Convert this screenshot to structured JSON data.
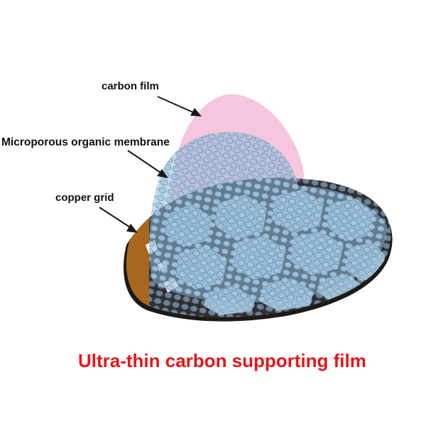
{
  "labels": {
    "carbon_film": "carbon film",
    "membrane": "Microporous organic membrane",
    "copper_grid": "copper grid"
  },
  "caption": "Ultra-thin carbon supporting film",
  "colors": {
    "caption": "#e8151b",
    "copper": "#a8661f",
    "carbon_film": "#f2b7d3",
    "membrane": "#8fb9d8",
    "grid_lines": "#2f2f33",
    "arrow": "#1a1a1a"
  }
}
